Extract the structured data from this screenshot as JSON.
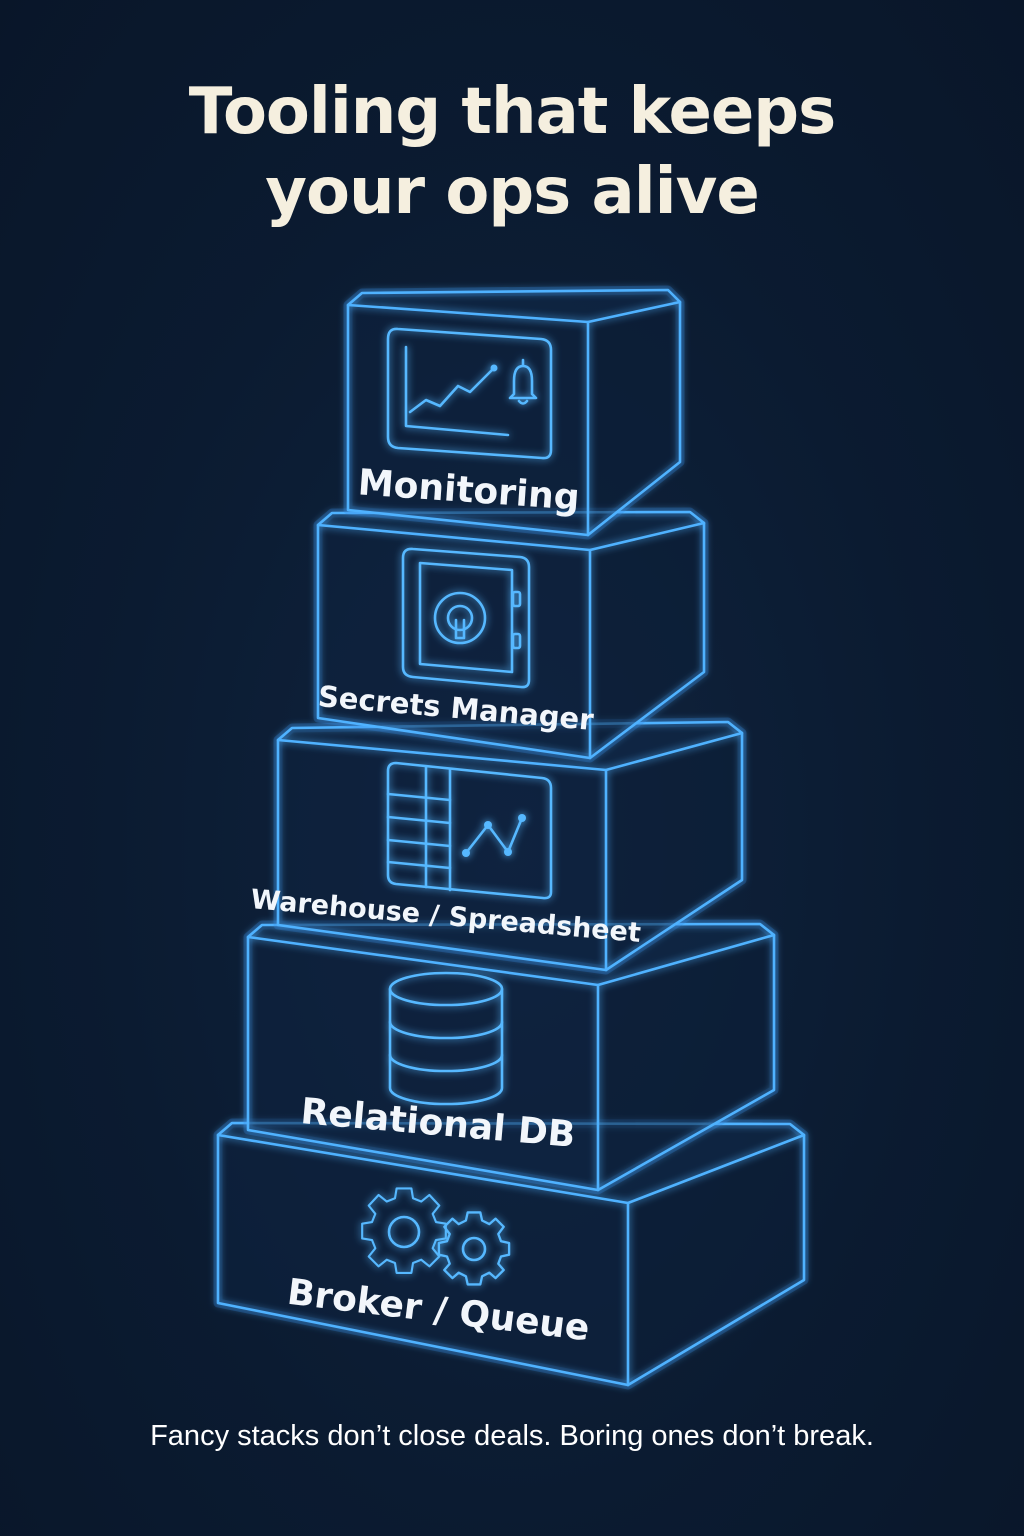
{
  "title": {
    "line1": "Tooling that keeps",
    "line2": "your ops alive"
  },
  "layers": [
    {
      "label": "Monitoring",
      "icon": "chart-bell-monitor-icon"
    },
    {
      "label": "Secrets Manager",
      "icon": "vault-safe-icon"
    },
    {
      "label": "Warehouse / Spreadsheet",
      "icon": "table-chart-icon"
    },
    {
      "label": "Relational DB",
      "icon": "database-cylinder-icon"
    },
    {
      "label": "Broker / Queue",
      "icon": "gears-icon"
    }
  ],
  "tagline": "Fancy stacks don’t close deals. Boring ones don’t break.",
  "colors": {
    "background": "#0b1b31",
    "neon": "#4fb2ff",
    "title": "#f5efdf",
    "label": "#f2f6fb"
  }
}
